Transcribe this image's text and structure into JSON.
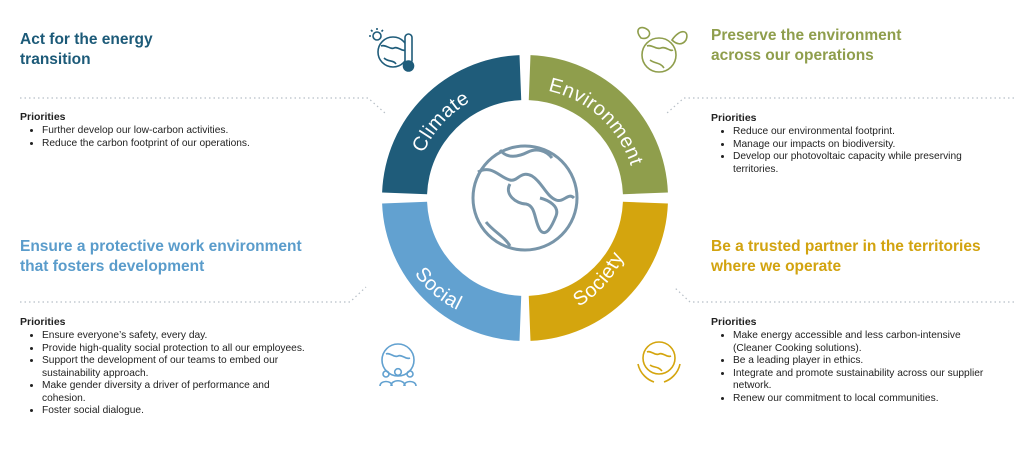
{
  "climate": {
    "title_line1": "Act for the energy",
    "title_line2": "transition",
    "priorities_label": "Priorities",
    "items": [
      "Further develop our low-carbon activities.",
      "Reduce the carbon footprint of our operations."
    ]
  },
  "environment": {
    "title_line1": "Preserve the environment",
    "title_line2": "across our operations",
    "priorities_label": "Priorities",
    "items": [
      "Reduce our environmental footprint.",
      "Manage our impacts on biodiversity.",
      "Develop our photovoltaic capacity while preserving territories."
    ]
  },
  "social": {
    "title_line1": "Ensure a protective work environment",
    "title_line2": "that fosters development",
    "priorities_label": "Priorities",
    "items": [
      "Ensure everyone’s safety, every day.",
      "Provide high-quality social protection to all our employees.",
      "Support the development of our teams to embed our sustainability approach.",
      "Make gender diversity a driver of performance and cohesion.",
      "Foster social dialogue."
    ]
  },
  "society": {
    "title_line1": "Be a trusted partner in the territories",
    "title_line2": "where we operate",
    "priorities_label": "Priorities",
    "items": [
      "Make energy accessible and less carbon-intensive (Cleaner Cooking solutions).",
      "Be a leading player in ethics.",
      "Integrate and promote sustainability across our supplier network.",
      "Renew our commitment to local communities."
    ]
  },
  "ring": {
    "labels": {
      "climate": "Climate",
      "environment": "Environment",
      "social": "Social",
      "society": "Society"
    },
    "colors": {
      "climate": "#1f5c7a",
      "environment": "#8f9e4c",
      "social": "#62a1d0",
      "society": "#d4a50e"
    }
  },
  "icons": {
    "center": "globe-icon",
    "climate": "globe-thermometer-icon",
    "environment": "earth-leaves-icon",
    "social": "globe-people-icon",
    "society": "globe-hands-icon"
  }
}
